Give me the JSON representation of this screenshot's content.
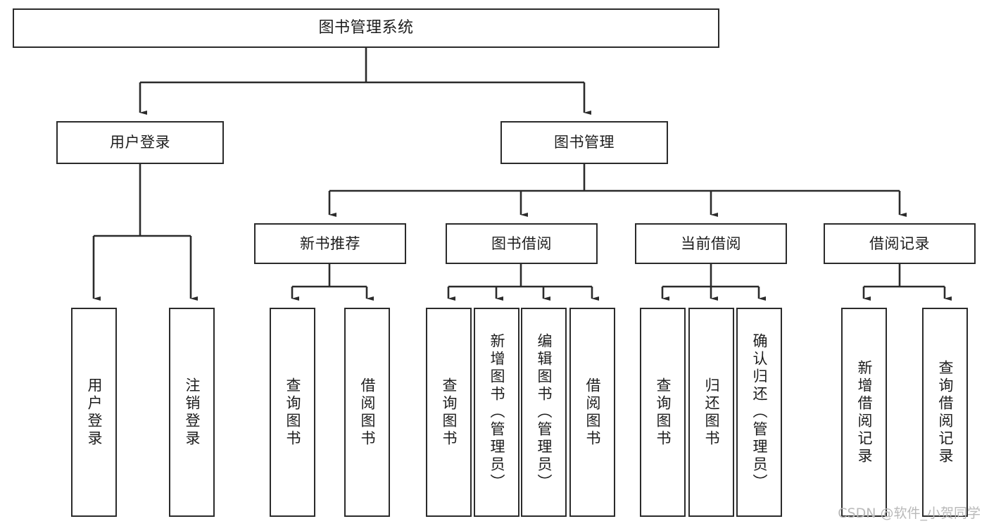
{
  "diagram": {
    "title": "图书管理系统",
    "type": "hierarchy-tree",
    "background_color": "#ffffff",
    "line_color": "#2b2b2b",
    "text_color": "#1d1d1d",
    "levels": {
      "root": {
        "label": "图书管理系统"
      },
      "level2": [
        {
          "label": "用户登录"
        },
        {
          "label": "图书管理"
        }
      ],
      "level3": [
        {
          "label": "新书推荐"
        },
        {
          "label": "图书借阅"
        },
        {
          "label": "当前借阅"
        },
        {
          "label": "借阅记录"
        }
      ],
      "leaves": {
        "user_login": [
          {
            "label": "用户登录"
          },
          {
            "label": "注销登录"
          }
        ],
        "new_book_recommend": [
          {
            "label": "查询图书"
          },
          {
            "label": "借阅图书"
          }
        ],
        "book_borrow": [
          {
            "label": "查询图书"
          },
          {
            "label": "新增图书（管理员）"
          },
          {
            "label": "编辑图书（管理员）"
          },
          {
            "label": "借阅图书"
          }
        ],
        "current_borrow": [
          {
            "label": "查询图书"
          },
          {
            "label": "归还图书"
          },
          {
            "label": "确认归还（管理员）"
          }
        ],
        "borrow_record": [
          {
            "label": "新增借阅记录"
          },
          {
            "label": "查询借阅记录"
          }
        ]
      }
    },
    "watermark": "CSDN @软件_小贺同学"
  }
}
